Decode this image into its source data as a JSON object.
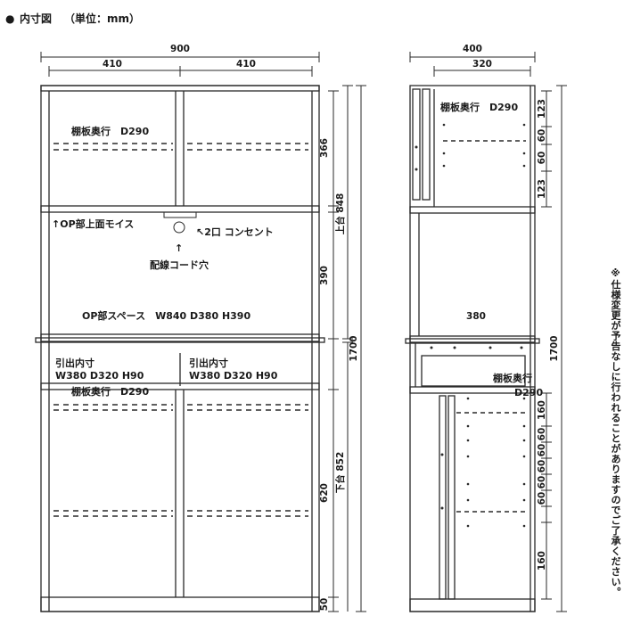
{
  "heading": {
    "bullet": "●",
    "title": "内寸図",
    "unit": "（単位：mm）"
  },
  "front": {
    "total_width": "900",
    "left_width": "410",
    "right_width": "410",
    "upper_shelf_depth": "棚板奥行　D290",
    "op_moulding": "↑OP部上面モイス",
    "outlet": "↖2口 コンセント",
    "cord_hole_arrow": "↑",
    "cord_hole": "配線コード穴",
    "op_space": "OP部スペース　W840 D380 H390",
    "drawer_left_title": "引出内寸",
    "drawer_left_size": "W380 D320 H90",
    "drawer_right_title": "引出内寸",
    "drawer_right_size": "W380 D320 H90",
    "lower_shelf_depth": "棚板奥行　D290",
    "dim_upper": "366",
    "dim_upper_total": "上台 848",
    "dim_op": "390",
    "dim_lower": "620",
    "dim_lower_total": "下台 852",
    "dim_base": "50",
    "dim_total": "1700"
  },
  "side": {
    "total_depth": "400",
    "inner_depth": "320",
    "upper_shelf_depth": "棚板奥行　D290",
    "op_depth": "380",
    "lower_shelf_title": "棚板奥行",
    "lower_shelf_value": "D290",
    "upper_dims": [
      "123",
      "60",
      "60",
      "123"
    ],
    "lower_dims": [
      "160",
      "60",
      "60",
      "60",
      "60",
      "60",
      "160"
    ],
    "dim_total": "1700"
  },
  "note": "※仕様変更が予告なしに行われることがありますのでご了承ください。"
}
